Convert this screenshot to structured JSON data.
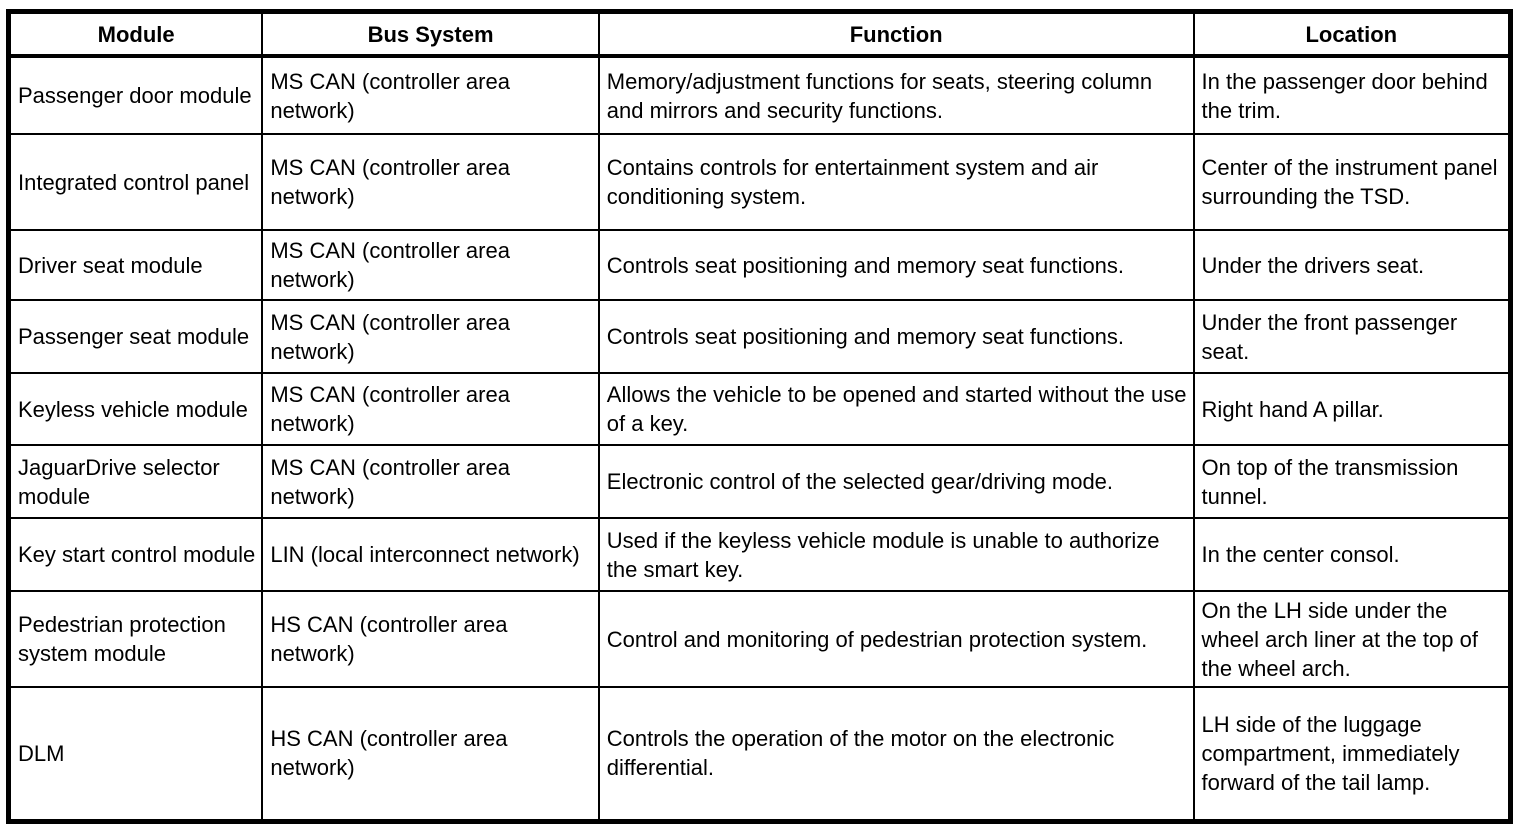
{
  "table": {
    "columns": [
      "Module",
      "Bus System",
      "Function",
      "Location"
    ],
    "rows": [
      [
        "Passenger door module",
        "MS CAN (controller area network)",
        "Memory/adjustment functions for seats, steering column and mirrors and security functions.",
        "In the passenger door behind the trim."
      ],
      [
        "Integrated control panel",
        "MS CAN (controller area network)",
        "Contains controls for entertainment system and air conditioning system.",
        "Center of the instrument panel surrounding the TSD."
      ],
      [
        "Driver seat module",
        "MS CAN (controller area network)",
        "Controls seat positioning and memory seat functions.",
        "Under the drivers seat."
      ],
      [
        "Passenger seat module",
        "MS CAN (controller area network)",
        "Controls seat positioning and memory seat functions.",
        "Under the front passenger seat."
      ],
      [
        "Keyless vehicle module",
        "MS CAN (controller area network)",
        "Allows the vehicle to be opened and started without the use of a key.",
        "Right hand A pillar."
      ],
      [
        "JaguarDrive selector module",
        "MS CAN (controller area network)",
        "Electronic control of the selected gear/driving mode.",
        "On top of the transmission tunnel."
      ],
      [
        "Key start control module",
        "LIN (local interconnect network)",
        "Used if the keyless vehicle module is unable to authorize the smart key.",
        "In the center consol."
      ],
      [
        "Pedestrian protection system module",
        "HS CAN (controller area network)",
        "Control and monitoring of pedestrian protection system.",
        "On the LH side under the wheel arch liner at the top of the wheel arch."
      ],
      [
        "DLM",
        "HS CAN (controller area network)",
        "Controls the operation of the motor on the electronic differential.",
        "LH side of the luggage compartment, immediately forward of the tail lamp."
      ]
    ]
  }
}
